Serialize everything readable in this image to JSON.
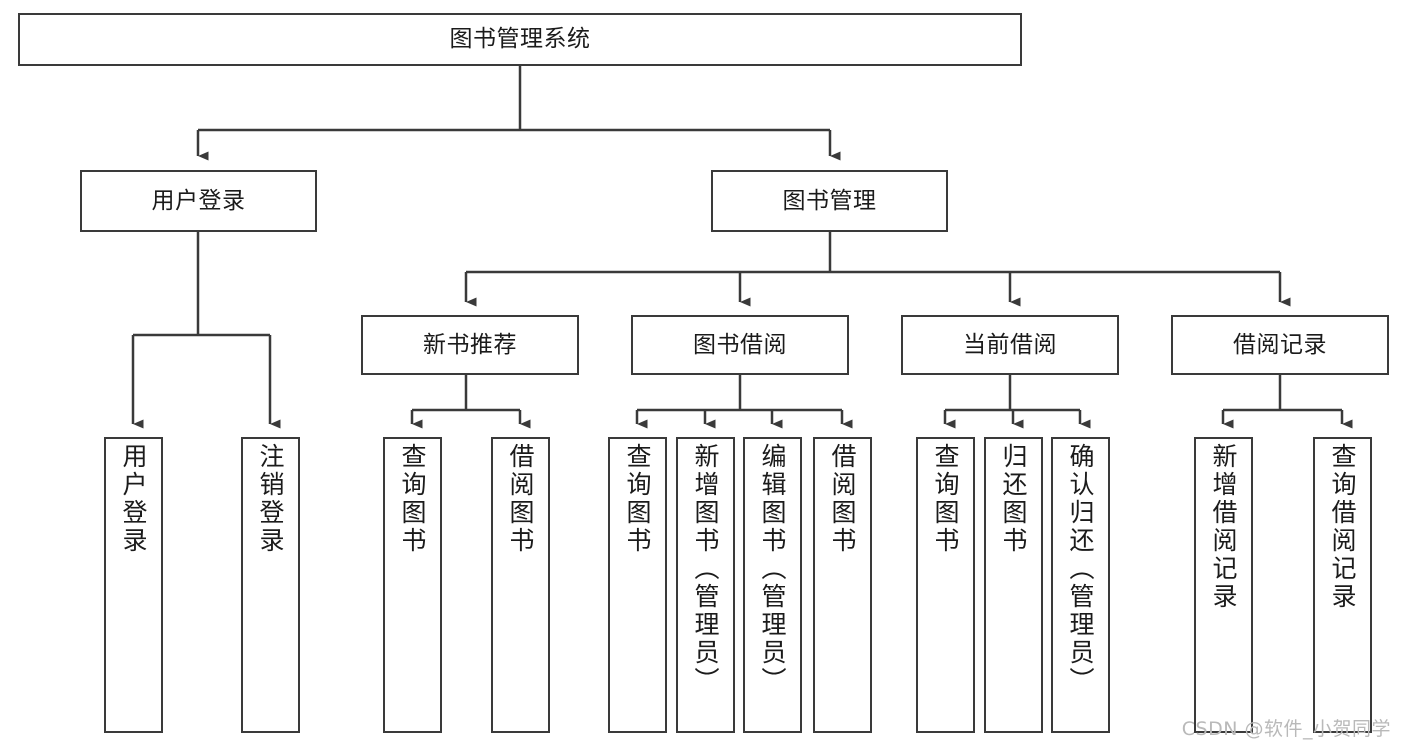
{
  "diagram": {
    "title": "图书管理系统",
    "watermark": "CSDN @软件_小贺同学",
    "line_color": "#3a3a3a",
    "box_fill": "#ffffff",
    "text_color": "#1b1b1b",
    "watermark_color": "#b9b9b9"
  },
  "levels": {
    "root": {
      "label": "图书管理系统"
    },
    "level2": [
      {
        "id": "user-login",
        "label": "用户登录"
      },
      {
        "id": "book-manage",
        "label": "图书管理"
      }
    ],
    "level3": [
      {
        "id": "new-book-recommend",
        "label": "新书推荐",
        "parent": "book-manage"
      },
      {
        "id": "book-borrow",
        "label": "图书借阅",
        "parent": "book-manage"
      },
      {
        "id": "current-borrow",
        "label": "当前借阅",
        "parent": "book-manage"
      },
      {
        "id": "borrow-record",
        "label": "借阅记录",
        "parent": "book-manage"
      }
    ],
    "leaves": [
      {
        "id": "leaf-user-login",
        "label": "用户登录",
        "parent": "user-login"
      },
      {
        "id": "leaf-user-logout",
        "label": "注销登录",
        "parent": "user-login"
      },
      {
        "id": "leaf-query-book-1",
        "label": "查询图书",
        "parent": "new-book-recommend"
      },
      {
        "id": "leaf-borrow-book-1",
        "label": "借阅图书",
        "parent": "new-book-recommend"
      },
      {
        "id": "leaf-query-book-2",
        "label": "查询图书",
        "parent": "book-borrow"
      },
      {
        "id": "leaf-add-book",
        "label": "新增图书（管理员）",
        "parent": "book-borrow"
      },
      {
        "id": "leaf-edit-book",
        "label": "编辑图书（管理员）",
        "parent": "book-borrow"
      },
      {
        "id": "leaf-borrow-book-2",
        "label": "借阅图书",
        "parent": "book-borrow"
      },
      {
        "id": "leaf-query-book-3",
        "label": "查询图书",
        "parent": "current-borrow"
      },
      {
        "id": "leaf-return-book",
        "label": "归还图书",
        "parent": "current-borrow"
      },
      {
        "id": "leaf-confirm-return",
        "label": "确认归还（管理员）",
        "parent": "current-borrow"
      },
      {
        "id": "leaf-add-record",
        "label": "新增借阅记录",
        "parent": "borrow-record"
      },
      {
        "id": "leaf-query-record",
        "label": "查询借阅记录",
        "parent": "borrow-record"
      }
    ]
  }
}
